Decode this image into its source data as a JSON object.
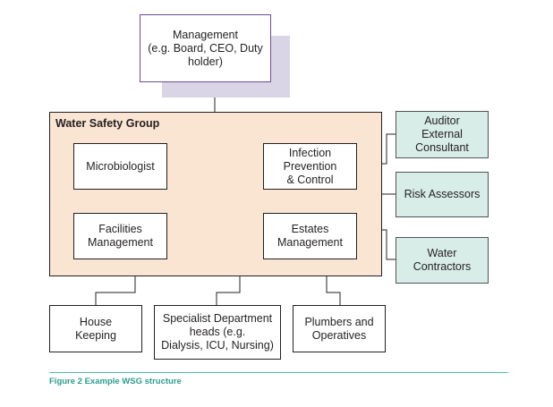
{
  "diagram": {
    "management": {
      "label": "Management\n(e.g. Board, CEO, Duty\nholder)"
    },
    "water_safety_group": {
      "title": "Water Safety Group",
      "members": {
        "microbiologist": "Microbiologist",
        "infection_prevention": "Infection\nPrevention\n& Control",
        "facilities_management": "Facilities\nManagement",
        "estates_management": "Estates\nManagement"
      }
    },
    "external": {
      "auditor": "Auditor\nExternal\nConsultant",
      "risk_assessors": "Risk Assessors",
      "water_contractors": "Water\nContractors"
    },
    "below": {
      "house_keeping": "House\nKeeping",
      "specialist_heads": "Specialist Department\nheads (e.g.\nDialysis, ICU, Nursing)",
      "plumbers": "Plumbers and\nOperatives"
    }
  },
  "caption": "Figure 2 Example WSG structure",
  "colors": {
    "wsg_fill": "#fae5d3",
    "external_fill": "#d9ede8",
    "management_shadow": "#d9d4e6",
    "management_border": "#6e4b97",
    "caption": "#2a9d8f"
  }
}
